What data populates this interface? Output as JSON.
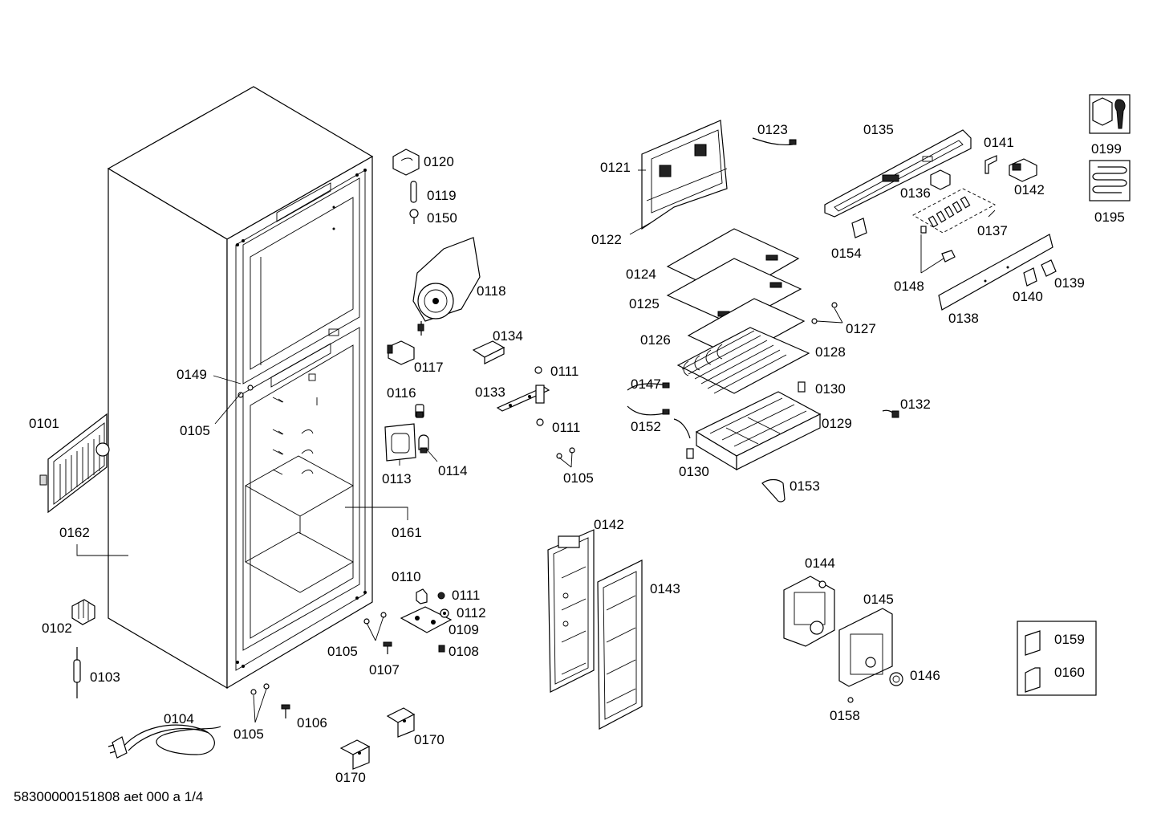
{
  "footer": "58300000151808 aet 000 a 1/4",
  "labels": {
    "l0101": "0101",
    "l0102": "0102",
    "l0103": "0103",
    "l0104": "0104",
    "l0105a": "0105",
    "l0105b": "0105",
    "l0105c": "0105",
    "l0105d": "0105",
    "l0106": "0106",
    "l0107": "0107",
    "l0108": "0108",
    "l0109": "0109",
    "l0110": "0110",
    "l0111a": "0111",
    "l0111b": "0111",
    "l0111c": "0111",
    "l0112": "0112",
    "l0113": "0113",
    "l0114": "0114",
    "l0116": "0116",
    "l0117": "0117",
    "l0118": "0118",
    "l0119": "0119",
    "l0120": "0120",
    "l0121": "0121",
    "l0122": "0122",
    "l0123": "0123",
    "l0124": "0124",
    "l0125": "0125",
    "l0126": "0126",
    "l0127": "0127",
    "l0128": "0128",
    "l0129": "0129",
    "l0130a": "0130",
    "l0130b": "0130",
    "l0132": "0132",
    "l0133": "0133",
    "l0134": "0134",
    "l0135": "0135",
    "l0136": "0136",
    "l0137": "0137",
    "l0138": "0138",
    "l0139": "0139",
    "l0140": "0140",
    "l0141": "0141",
    "l0142a": "0142",
    "l0142b": "0142",
    "l0143": "0143",
    "l0144": "0144",
    "l0145": "0145",
    "l0146": "0146",
    "l0147": "0147",
    "l0148": "0148",
    "l0149": "0149",
    "l0150": "0150",
    "l0152": "0152",
    "l0153": "0153",
    "l0154": "0154",
    "l0158": "0158",
    "l0159": "0159",
    "l0160": "0160",
    "l0161": "0161",
    "l0162": "0162",
    "l0170a": "0170",
    "l0170b": "0170",
    "l0195": "0195",
    "l0199": "0199"
  },
  "icons": {
    "tools": "wrench-and-nut-icon",
    "evaporator": "evaporator-coil-icon"
  }
}
